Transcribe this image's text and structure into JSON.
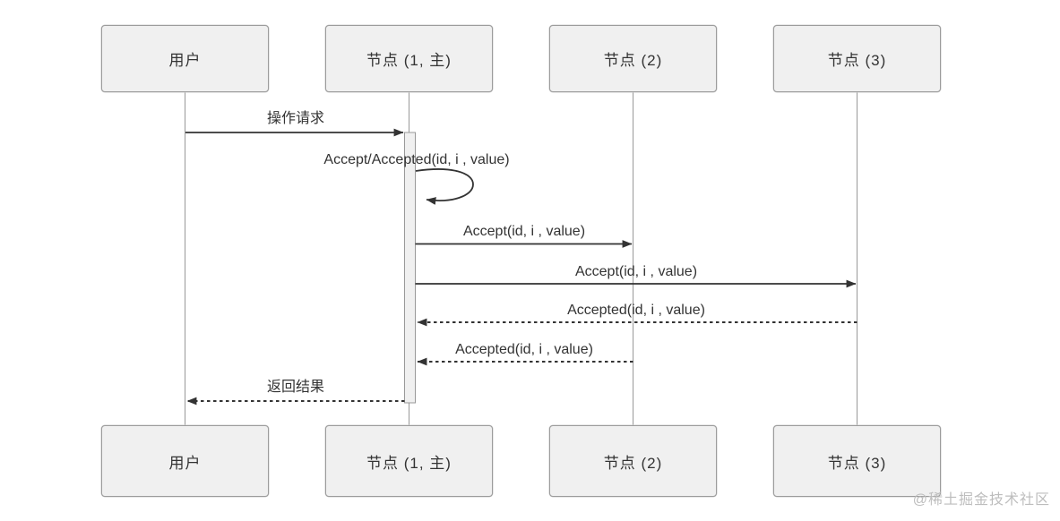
{
  "diagram": {
    "type": "sequence-diagram",
    "participants": [
      {
        "id": "user",
        "label": "用户"
      },
      {
        "id": "node1",
        "label": "节点 (1, 主)"
      },
      {
        "id": "node2",
        "label": "节点 (2)"
      },
      {
        "id": "node3",
        "label": "节点 (3)"
      }
    ],
    "messages": [
      {
        "index": 1,
        "from": "user",
        "to": "node1",
        "style": "solid",
        "label": "操作请求"
      },
      {
        "index": 2,
        "from": "node1",
        "to": "node1",
        "style": "self-loop",
        "label": "Accept/Accepted(id, i , value)"
      },
      {
        "index": 3,
        "from": "node1",
        "to": "node2",
        "style": "solid",
        "label": "Accept(id, i , value)"
      },
      {
        "index": 4,
        "from": "node1",
        "to": "node3",
        "style": "solid",
        "label": "Accept(id, i , value)"
      },
      {
        "index": 5,
        "from": "node3",
        "to": "node1",
        "style": "dashed",
        "label": "Accepted(id, i , value)"
      },
      {
        "index": 6,
        "from": "node2",
        "to": "node1",
        "style": "dashed",
        "label": "Accepted(id, i , value)"
      },
      {
        "index": 7,
        "from": "node1",
        "to": "user",
        "style": "dashed",
        "label": "返回结果"
      }
    ],
    "activation": {
      "participant": "node1",
      "from_message": 1,
      "to_message": 7
    }
  },
  "watermark": "@稀土掘金技术社区",
  "colors": {
    "box_fill": "#f0f0f0",
    "box_border": "#9c9c9c",
    "lifeline": "#999999",
    "arrow": "#333333",
    "text": "#333333",
    "watermark": "#bdbdbd",
    "background": "#ffffff"
  }
}
